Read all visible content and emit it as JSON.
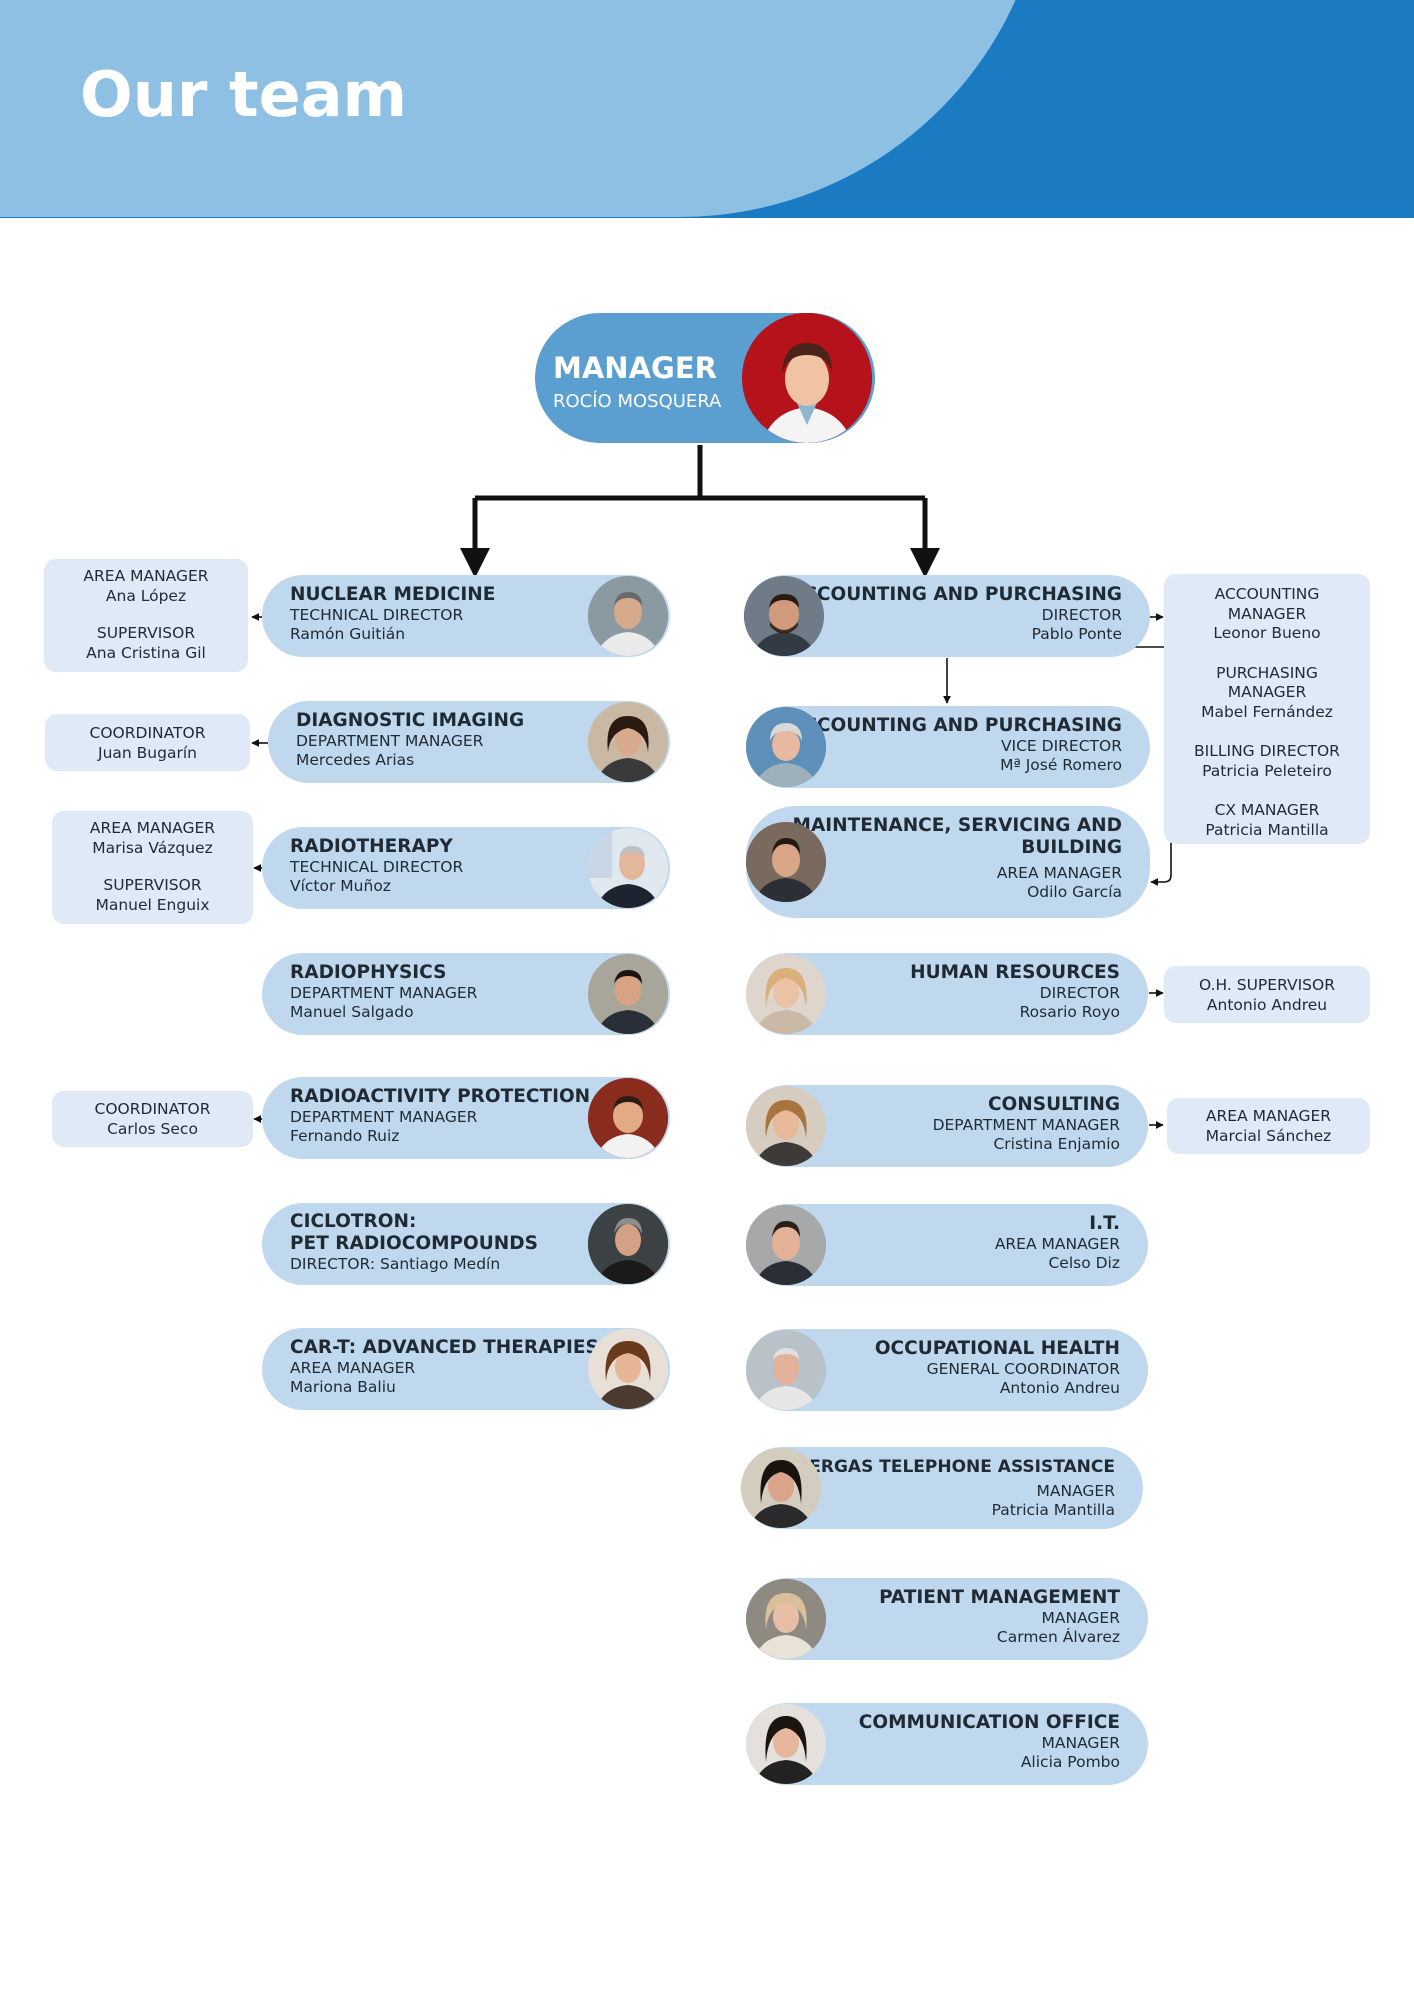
{
  "page_title": "Our team",
  "manager": {
    "role": "MANAGER",
    "name": "ROCÍO MOSQUERA",
    "photo": "manager-photo-icon"
  },
  "left_units": [
    {
      "title": "NUCLEAR MEDICINE",
      "role": "TECHNICAL DIRECTOR",
      "name": "Ramón Guitián",
      "photo": "portrait-icon"
    },
    {
      "title": "DIAGNOSTIC IMAGING",
      "role": "DEPARTMENT MANAGER",
      "name": "Mercedes Arias",
      "photo": "portrait-icon"
    },
    {
      "title": "RADIOTHERAPY",
      "role": "TECHNICAL DIRECTOR",
      "name": "Víctor Muñoz",
      "photo": "portrait-icon"
    },
    {
      "title": "RADIOPHYSICS",
      "role": "DEPARTMENT MANAGER",
      "name": "Manuel Salgado",
      "photo": "portrait-icon"
    },
    {
      "title": "RADIOACTIVITY PROTECTION",
      "role": "DEPARTMENT MANAGER",
      "name": "Fernando Ruiz",
      "photo": "portrait-icon"
    },
    {
      "title": "CICLOTRON:\nPET RADIOCOMPOUNDS",
      "role": "DIRECTOR: Santiago Medín",
      "name": "",
      "photo": "portrait-icon"
    },
    {
      "title": "CAR-T: ADVANCED THERAPIES",
      "role": "AREA MANAGER",
      "name": "Mariona Baliu",
      "photo": "portrait-icon"
    }
  ],
  "right_units": [
    {
      "title": "ACCOUNTING AND PURCHASING",
      "role": "DIRECTOR",
      "name": "Pablo Ponte",
      "photo": "portrait-icon"
    },
    {
      "title": "ACCOUNTING AND PURCHASING",
      "role": "VICE DIRECTOR",
      "name": "Mª José Romero",
      "photo": "portrait-icon"
    },
    {
      "title": "MAINTENANCE, SERVICING AND\nBUILDING",
      "role": "AREA MANAGER",
      "name": "Odilo García",
      "photo": "portrait-icon"
    },
    {
      "title": "HUMAN RESOURCES",
      "role": "DIRECTOR",
      "name": "Rosario Royo",
      "photo": "portrait-icon"
    },
    {
      "title": "CONSULTING",
      "role": "DEPARTMENT MANAGER",
      "name": "Cristina Enjamio",
      "photo": "portrait-icon"
    },
    {
      "title": "I.T.",
      "role": "AREA MANAGER",
      "name": "Celso Diz",
      "photo": "portrait-icon"
    },
    {
      "title": "OCCUPATIONAL HEALTH",
      "role": "GENERAL COORDINATOR",
      "name": "Antonio Andreu",
      "photo": "portrait-icon"
    },
    {
      "title": "SERGAS TELEPHONE ASSISTANCE",
      "role": "MANAGER",
      "name": "Patricia Mantilla",
      "photo": "portrait-icon"
    },
    {
      "title": "PATIENT MANAGEMENT",
      "role": "MANAGER",
      "name": "Carmen Álvarez",
      "photo": "portrait-icon"
    },
    {
      "title": "COMMUNICATION OFFICE",
      "role": "MANAGER",
      "name": "Alicia Pombo",
      "photo": "portrait-icon"
    }
  ],
  "side_notes": {
    "nuclear_medicine": {
      "l1": "AREA MANAGER",
      "l2": "Ana López",
      "l3": "SUPERVISOR",
      "l4": "Ana Cristina Gil"
    },
    "diagnostic_imaging": {
      "l1": "COORDINATOR",
      "l2": "Juan Bugarín"
    },
    "radiotherapy": {
      "l1": "AREA MANAGER",
      "l2": "Marisa Vázquez",
      "l3": "SUPERVISOR",
      "l4": "Manuel Enguix"
    },
    "radioactivity_protection": {
      "l1": "COORDINATOR",
      "l2": "Carlos Seco"
    },
    "accounting": {
      "a1": "ACCOUNTING",
      "a2": "MANAGER",
      "a3": "Leonor Bueno",
      "b1": "PURCHASING",
      "b2": "MANAGER",
      "b3": "Mabel Fernández",
      "c1": "BILLING DIRECTOR",
      "c2": "Patricia Peleteiro",
      "d1": "CX MANAGER",
      "d2": "Patricia Mantilla"
    },
    "human_resources": {
      "l1": "O.H. SUPERVISOR",
      "l2": "Antonio Andreu"
    },
    "consulting": {
      "l1": "AREA MANAGER",
      "l2": "Marcial Sánchez"
    }
  },
  "colors": {
    "header_dark": "#1a7ac2",
    "header_light": "#8ec0e4",
    "manager_pill": "#5b9fd1",
    "unit_pill": "#c0d8ee",
    "side_box": "#dfeaf6"
  }
}
